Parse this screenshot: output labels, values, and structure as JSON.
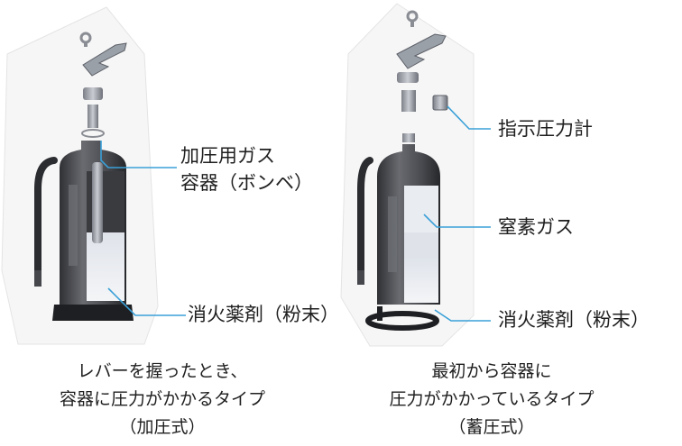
{
  "left": {
    "label_gas_cylinder_line1": "加圧用ガス",
    "label_gas_cylinder_line2": "容器（ボンベ）",
    "label_powder": "消火薬剤（粉末）",
    "caption_line1": "レバーを握ったとき、",
    "caption_line2": "容器に圧力がかかるタイプ",
    "caption_line3": "（加圧式）"
  },
  "right": {
    "label_gauge": "指示圧力計",
    "label_nitrogen": "窒素ガス",
    "label_powder": "消火薬剤（粉末）",
    "caption_line1": "最初から容器に",
    "caption_line2": "圧力がかかっているタイプ",
    "caption_line3": "（蓄圧式）"
  },
  "colors": {
    "leader_line": "#3aa0d8",
    "body_dark": "#4a4a4e",
    "powder": "#e8eaee"
  }
}
